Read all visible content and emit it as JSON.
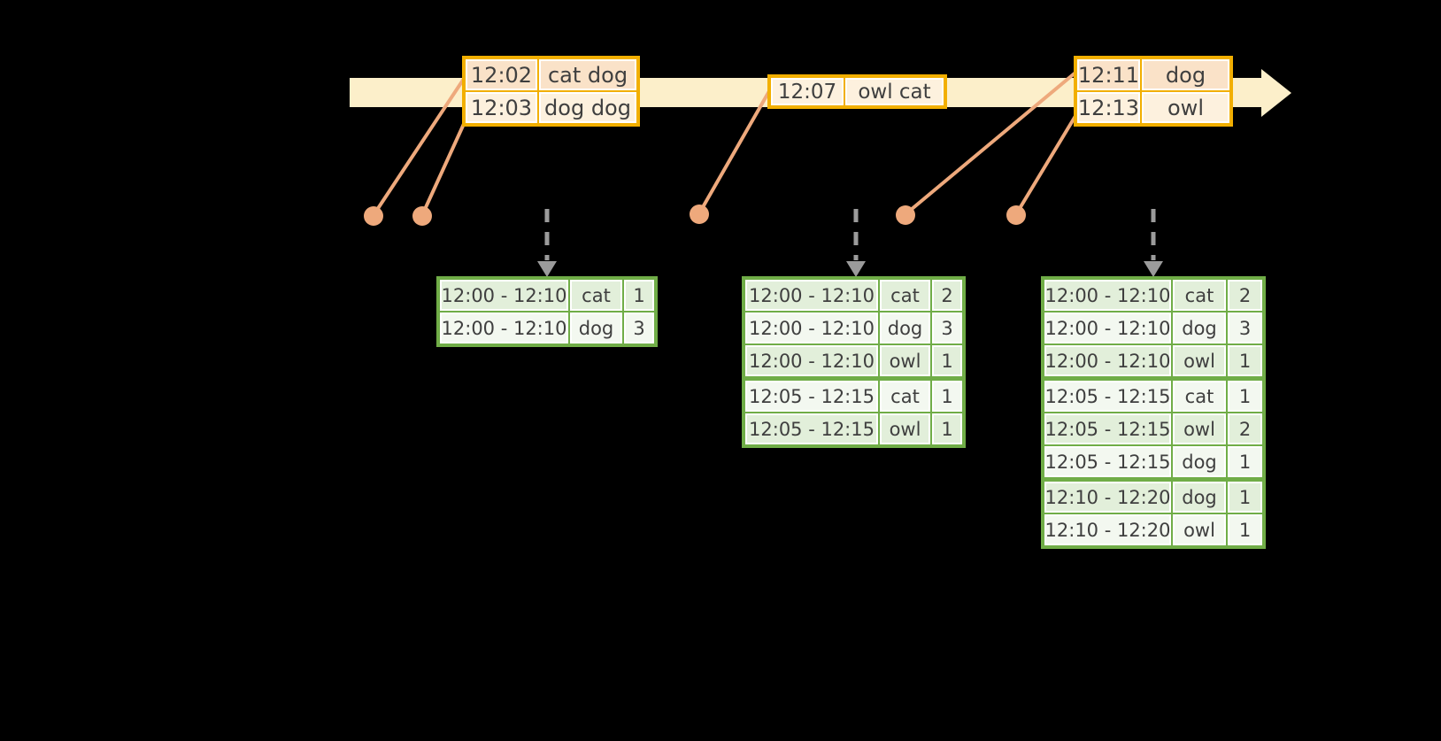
{
  "colors": {
    "background": "#000000",
    "timeline_fill": "#FCEFCA",
    "event_box_border": "#F2AF00",
    "event_row_dark": "#FAE2C8",
    "event_row_light": "#FDF1DE",
    "connector_salmon": "#EEA97C",
    "table_border_green": "#70AD47",
    "table_row_dark": "#E2EFDA",
    "table_row_light": "#F3F8F0",
    "dashed_arrow_gray": "#9B9B9B",
    "text": "#3F3F3F"
  },
  "event_boxes": [
    {
      "rows": [
        {
          "time": "12:02",
          "words": "cat dog"
        },
        {
          "time": "12:03",
          "words": "dog dog"
        }
      ]
    },
    {
      "rows": [
        {
          "time": "12:07",
          "words": "owl cat"
        }
      ]
    },
    {
      "rows": [
        {
          "time": "12:11",
          "words": "dog"
        },
        {
          "time": "12:13",
          "words": "owl"
        }
      ]
    }
  ],
  "result_tables": [
    {
      "rows": [
        {
          "window": "12:00 - 12:10",
          "word": "cat",
          "count": "1"
        },
        {
          "window": "12:00 - 12:10",
          "word": "dog",
          "count": "3"
        }
      ]
    },
    {
      "rows": [
        {
          "window": "12:00 - 12:10",
          "word": "cat",
          "count": "2"
        },
        {
          "window": "12:00 - 12:10",
          "word": "dog",
          "count": "3"
        },
        {
          "window": "12:00 - 12:10",
          "word": "owl",
          "count": "1"
        },
        {
          "window": "12:05 - 12:15",
          "word": "cat",
          "count": "1"
        },
        {
          "window": "12:05 - 12:15",
          "word": "owl",
          "count": "1"
        }
      ]
    },
    {
      "rows": [
        {
          "window": "12:00 - 12:10",
          "word": "cat",
          "count": "2"
        },
        {
          "window": "12:00 - 12:10",
          "word": "dog",
          "count": "3"
        },
        {
          "window": "12:00 - 12:10",
          "word": "owl",
          "count": "1"
        },
        {
          "window": "12:05 - 12:15",
          "word": "cat",
          "count": "1"
        },
        {
          "window": "12:05 - 12:15",
          "word": "owl",
          "count": "2"
        },
        {
          "window": "12:05 - 12:15",
          "word": "dog",
          "count": "1"
        },
        {
          "window": "12:10 - 12:20",
          "word": "dog",
          "count": "1"
        },
        {
          "window": "12:10 - 12:20",
          "word": "owl",
          "count": "1"
        }
      ]
    }
  ],
  "icons": [
    "timeline-arrow-icon",
    "event-dot-icon",
    "connector-line",
    "trigger-down-arrow-icon"
  ]
}
